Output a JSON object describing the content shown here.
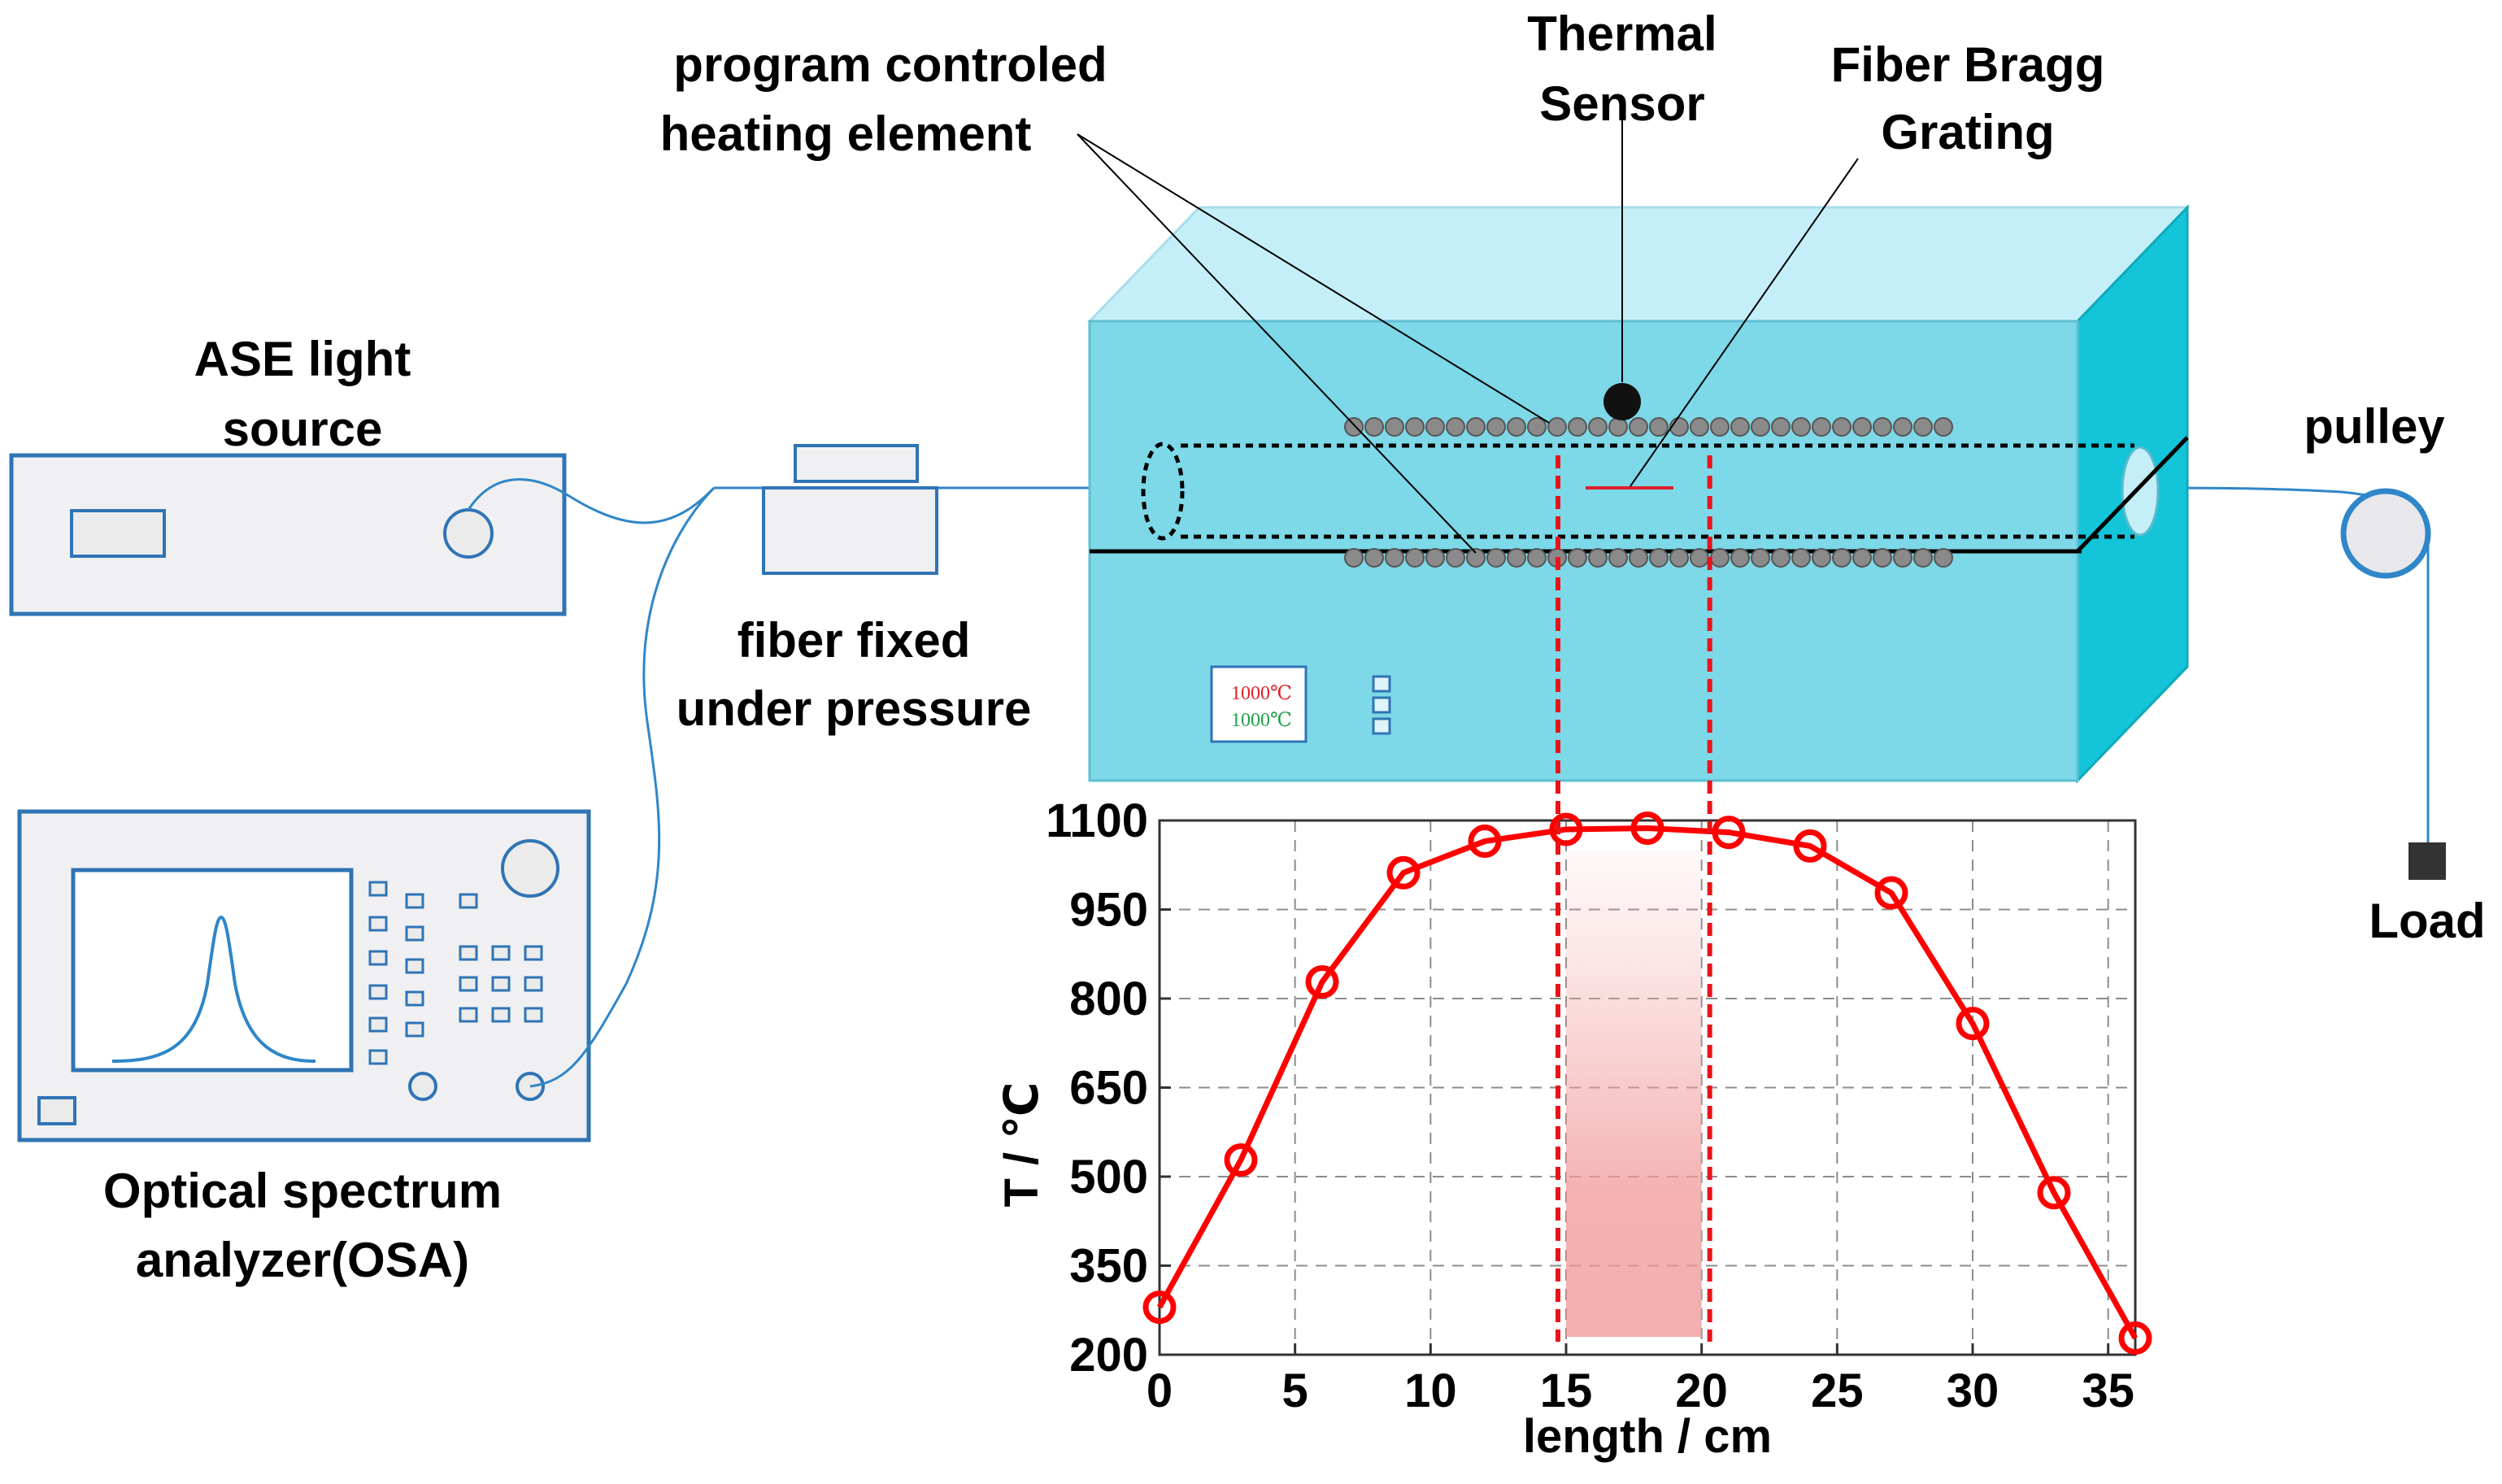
{
  "labels": {
    "heating_line1": "program  controled",
    "heating_line2": "heating element",
    "thermal_line1": "Thermal",
    "thermal_line2": "Sensor",
    "fbg_line1": "Fiber Bragg",
    "fbg_line2": "Grating",
    "ase_line1": "ASE light",
    "ase_line2": "source",
    "fiber_fixed_line1": "fiber fixed",
    "fiber_fixed_line2": "under pressure",
    "pulley": "pulley",
    "load": "Load",
    "osa_line1": "Optical spectrum",
    "osa_line2": "analyzer(OSA)"
  },
  "furnace_display": {
    "set_temp": "1000℃",
    "actual_temp": "1000℃"
  },
  "colors": {
    "furnace_front": "#7dd8e8",
    "furnace_top": "#c4eff8",
    "furnace_side": "#14c4d8",
    "instrument_fill": "#f0f0f2",
    "instrument_stroke": "#2f74b5",
    "fiber": "#2f86c8",
    "series": "#ff0000",
    "heater_bead": "#8a8a8a",
    "display_set": "#e0202a",
    "display_actual": "#22a04a"
  },
  "chart_data": {
    "type": "line",
    "xlabel": "length / cm",
    "ylabel": "T / ℃",
    "xlim": [
      0,
      36
    ],
    "ylim": [
      200,
      1100
    ],
    "xticks": [
      0,
      5,
      10,
      15,
      20,
      25,
      30,
      35
    ],
    "yticks": [
      200,
      350,
      500,
      650,
      800,
      950,
      1100
    ],
    "grid": true,
    "x": [
      0,
      3,
      6,
      9,
      12,
      15,
      18,
      21,
      24,
      27,
      30,
      33,
      36
    ],
    "series": [
      {
        "values": [
          280,
          528,
          828,
          1012,
          1065,
          1085,
          1087,
          1080,
          1057,
          978,
          758,
          473,
          228
        ]
      }
    ],
    "highlight_region": {
      "x_from": 15,
      "x_to": 20,
      "y_from": 230,
      "y_to": 1050
    },
    "markers": "open-circle"
  }
}
